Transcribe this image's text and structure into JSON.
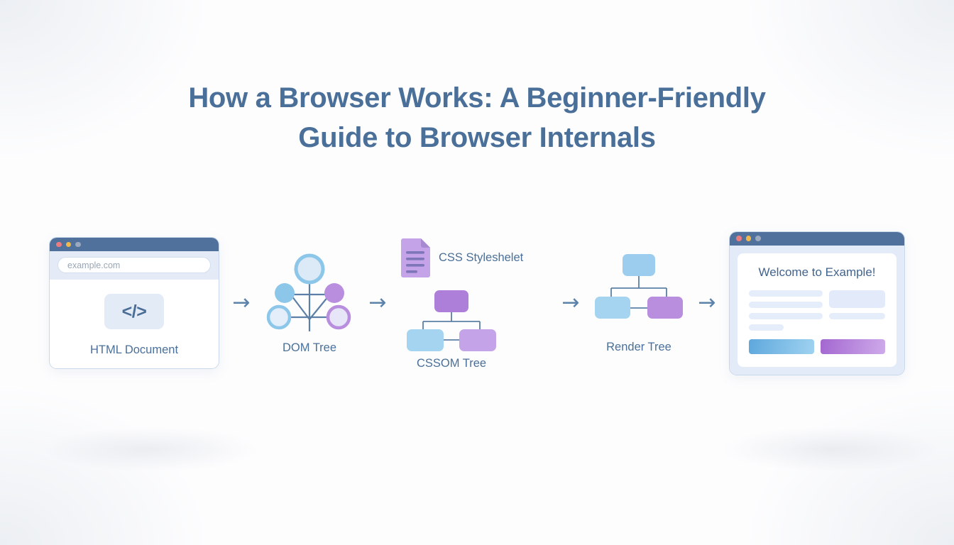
{
  "title": "How a Browser Works: A Beginner-Friendly Guide to Browser Internals",
  "title_line1": "How a Browser Works: A Beginner-Friendly",
  "title_line2": "Guide to Browser Internals",
  "colors": {
    "title": "#4a7099",
    "caption": "#4a7099",
    "titlebar": "#4f719b",
    "arrow": "#5b82ab",
    "node_blue": "#8cc7ea",
    "node_purple": "#b98ede",
    "accent_blue": "#5ea8dd",
    "accent_purple": "#a367d0",
    "dot_red": "#ec7b80",
    "dot_amber": "#f0b84b",
    "dot_grey": "#9aa9bd",
    "background": "#fdfdfe"
  },
  "arrow_glyph": "→",
  "steps": [
    {
      "id": "html-document",
      "kind": "browser-window",
      "caption": "HTML Document",
      "url": "example.com",
      "code_glyph": "</>",
      "dots": [
        "red",
        "amber",
        "grey"
      ]
    },
    {
      "id": "dom-tree",
      "kind": "node-graph",
      "caption": "DOM Tree"
    },
    {
      "id": "cssom-tree",
      "kind": "tree-with-sheet",
      "caption": "CSSOM Tree",
      "sheet_label": "CSS Styleshelet",
      "sheet_lines": 4
    },
    {
      "id": "render-tree",
      "kind": "tree",
      "caption": "Render Tree"
    },
    {
      "id": "rendered-page",
      "kind": "browser-window",
      "caption": "",
      "heading": "Welcome to Example!",
      "dots": [
        "red",
        "amber",
        "grey"
      ],
      "buttons": [
        "blue",
        "purple"
      ]
    }
  ]
}
